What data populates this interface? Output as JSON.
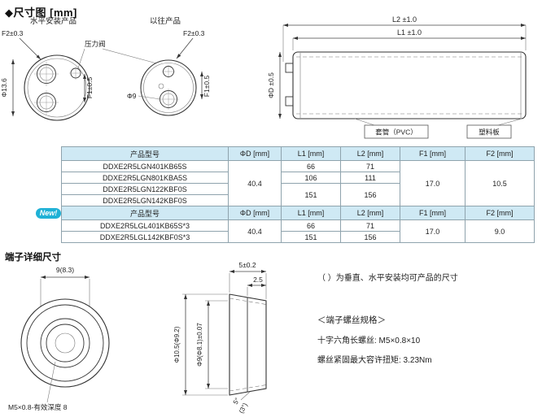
{
  "page": {
    "title": "◆尺寸图 [mm]",
    "terminal_heading": "端子详细尺寸"
  },
  "colors": {
    "table_header_bg": "#cfe9f4",
    "new_badge": "#1fb1d6"
  },
  "drawing": {
    "horizontal_product": "水平安装产品",
    "previous_product": "以往产品",
    "pressure_valve": "压力阀",
    "f2_dim": "F2±0.3",
    "f1_dim": "F1±0.5",
    "phi_13_6": "Φ13.6",
    "phi_9": "Φ9",
    "l2_dim": "L2 ±1.0",
    "l1_dim": "L1 ±1.0",
    "phi_d_dim": "ΦD ±0.5",
    "sleeve_label": "套管（PVC）",
    "plastic_label": "塑料板"
  },
  "tables": {
    "headers": {
      "model": "产品型号",
      "phi_d": "ΦD [mm]",
      "l1": "L1 [mm]",
      "l2": "L2 [mm]",
      "f1": "F1 [mm]",
      "f2": "F2 [mm]"
    },
    "existing": {
      "phi_d": "40.4",
      "f1": "17.0",
      "f2": "10.5",
      "rows": [
        {
          "model": "DDXE2R5LGN401KB65S",
          "l1": "66",
          "l2": "71"
        },
        {
          "model": "DDXE2R5LGN801KBA5S",
          "l1": "106",
          "l2": "111"
        },
        {
          "model": "DDXE2R5LGN122KBF0S",
          "l1": "151",
          "l2": "156"
        },
        {
          "model": "DDXE2R5LGN142KBF0S"
        }
      ]
    },
    "new": {
      "badge": "New!",
      "phi_d": "40.4",
      "f1": "17.0",
      "f2": "9.0",
      "rows": [
        {
          "model": "DDXE2R5LGL401KB65S*3",
          "l1": "66",
          "l2": "71"
        },
        {
          "model": "DDXE2R5LGL142KBF0S*3",
          "l1": "151",
          "l2": "156"
        }
      ]
    }
  },
  "terminal_drawing": {
    "width_dim": "9(8.3)",
    "thread_label": "M5×0.8-有效深度 8",
    "total_dim": "5±0.2",
    "step_dim": "2.5",
    "phi_flange": "Φ10.5(Φ9.2)",
    "phi_post": "Φ9(Φ8.1)±0.07",
    "angle_main": "5°",
    "angle_alt": "(3°)"
  },
  "notes": {
    "bracket_note": "（ ）为垂直、水平安装均可产品的尺寸",
    "screw_title": "＜端子螺丝规格＞",
    "screw_spec": "十字六角长螺丝: M5×0.8×10",
    "torque_spec": "螺丝紧固最大容许扭矩: 3.23Nm"
  }
}
